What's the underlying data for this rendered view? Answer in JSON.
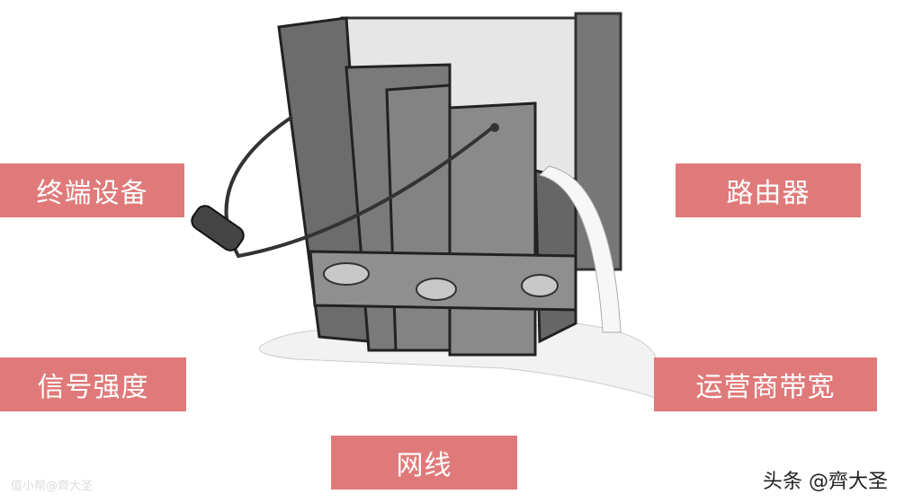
{
  "labels": {
    "terminal_device": "终端设备",
    "router": "路由器",
    "signal_strength": "信号强度",
    "isp_bandwidth": "运营商带宽",
    "network_cable": "网线"
  },
  "watermark": "值小帮@齊大圣",
  "signature": "头条 @齊大圣",
  "colors": {
    "label_bg": "#e07a7a",
    "label_text": "#ffffff"
  }
}
